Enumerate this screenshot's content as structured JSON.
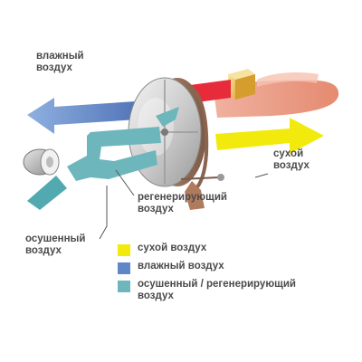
{
  "colors": {
    "dry": "#f2ea0d",
    "humid": "#5f86c8",
    "dried": "#6cb6bc",
    "hot": "#e8947b",
    "heater": "#e82b3a"
  },
  "icons": [
    "desiccant-wheel-icon",
    "fan-icon",
    "heater-icon"
  ],
  "labels": {
    "humid_air": [
      "влажный",
      "воздух"
    ],
    "dry_air": [
      "сухой",
      "воздух"
    ],
    "regenerating": [
      "регенерирующий",
      "воздух"
    ],
    "dried_air": [
      "осушенный",
      "воздух"
    ]
  },
  "legend": [
    {
      "color": "#f2ea0d",
      "lines": [
        "сухой воздух"
      ]
    },
    {
      "color": "#5f86c8",
      "lines": [
        "влажный воздух"
      ]
    },
    {
      "color": "#6cb6bc",
      "lines": [
        "осушенный / регенерирующий",
        "воздух"
      ]
    }
  ]
}
